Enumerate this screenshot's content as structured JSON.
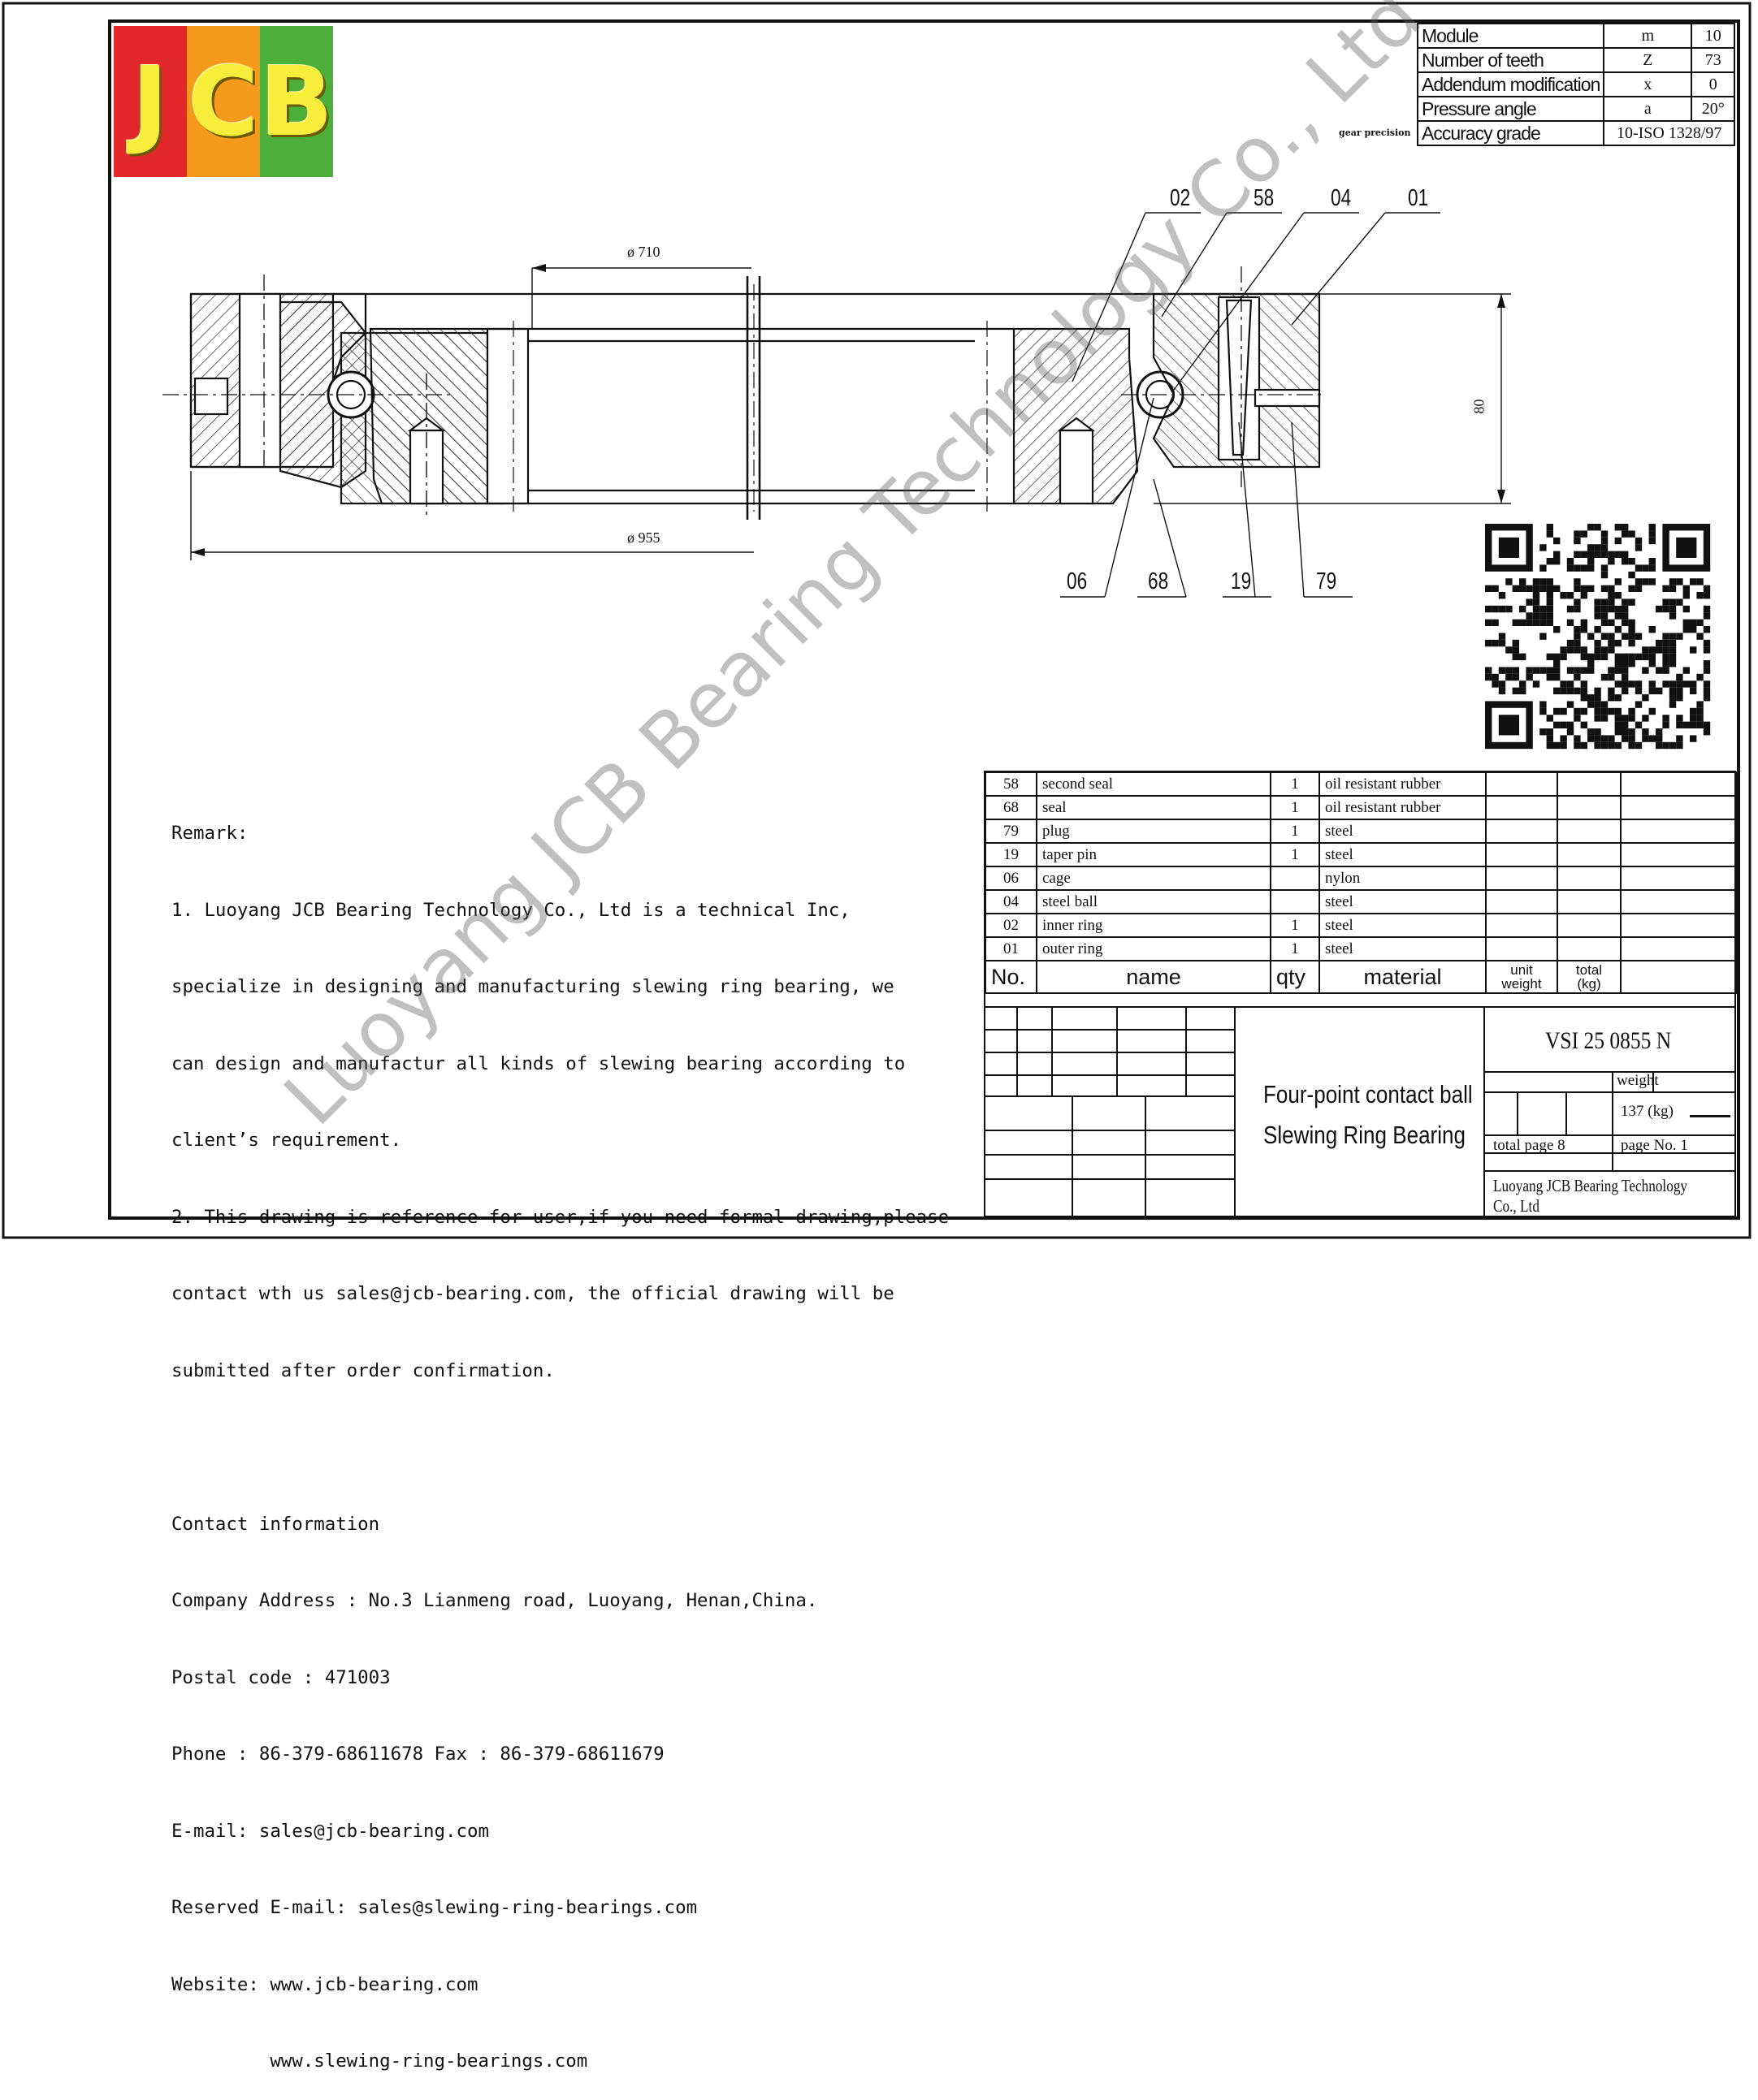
{
  "logo": {
    "letters": [
      "J",
      "C",
      "B"
    ],
    "colors": [
      "#e3282c",
      "#f59a1c",
      "#4caf3a"
    ]
  },
  "spec_table": [
    {
      "label": "Module",
      "symbol": "m",
      "value": "10"
    },
    {
      "label": "Number of teeth",
      "symbol": "Z",
      "value": "73"
    },
    {
      "label": "Addendum modification",
      "symbol": "x",
      "value": "0"
    },
    {
      "label": "Pressure angle",
      "symbol": "a",
      "value": "20°"
    },
    {
      "label": "Accuracy grade",
      "symbol": "10-ISO 1328/97",
      "value": ""
    }
  ],
  "gear_note": "gear precision",
  "drawing": {
    "dim_inner": "ø 710",
    "dim_outer": "ø 955",
    "dim_height": "80",
    "callouts_top": [
      "02",
      "58",
      "04",
      "01"
    ],
    "callouts_bottom": [
      "06",
      "68",
      "19",
      "79"
    ]
  },
  "remark": [
    "Remark:",
    "1. Luoyang JCB Bearing Technology Co., Ltd is a technical Inc,",
    "specialize in designing and manufacturing slewing ring bearing, we",
    "can design and manufactur all kinds of slewing bearing according to",
    "client’s requirement.",
    "2. This drawing is reference for user,if you need formal drawing,please",
    "contact wth us sales@jcb-bearing.com, the official drawing will be",
    "submitted after order confirmation.",
    "",
    "Contact information",
    "Company Address : No.3 Lianmeng road, Luoyang, Henan,China.",
    "Postal code : 471003",
    "Phone : 86-379-68611678 Fax : 86-379-68611679",
    "E-mail: sales@jcb-bearing.com",
    "Reserved E-mail: sales@slewing-ring-bearings.com",
    "Website: www.jcb-bearing.com",
    "         www.slewing-ring-bearings.com"
  ],
  "parts": [
    {
      "no": "58",
      "name": "second seal",
      "qty": "1",
      "material": "oil resistant rubber"
    },
    {
      "no": "68",
      "name": "seal",
      "qty": "1",
      "material": "oil resistant rubber"
    },
    {
      "no": "79",
      "name": "plug",
      "qty": "1",
      "material": "steel"
    },
    {
      "no": "19",
      "name": "taper pin",
      "qty": "1",
      "material": "steel"
    },
    {
      "no": "06",
      "name": "cage",
      "qty": "",
      "material": "nylon"
    },
    {
      "no": "04",
      "name": "steel ball",
      "qty": "",
      "material": "steel"
    },
    {
      "no": "02",
      "name": "inner ring",
      "qty": "1",
      "material": "steel"
    },
    {
      "no": "01",
      "name": "outer ring",
      "qty": "1",
      "material": "steel"
    }
  ],
  "parts_header": {
    "no": "No.",
    "name": "name",
    "qty": "qty",
    "material": "material",
    "unit_weight": "unit weight",
    "total": "total (kg)"
  },
  "title_block": {
    "product_line1": "Four-point contact ball",
    "product_line2": "Slewing Ring Bearing",
    "model": "VSI 25 0855 N",
    "weight_label": "weight",
    "weight_value": "137 (kg)",
    "total_page": "total page  8",
    "page_no": "page No.  1",
    "company": "Luoyang JCB Bearing Technology Co., Ltd"
  },
  "watermark": "Luoyang JCB Bearing Technology Co., Ltd"
}
